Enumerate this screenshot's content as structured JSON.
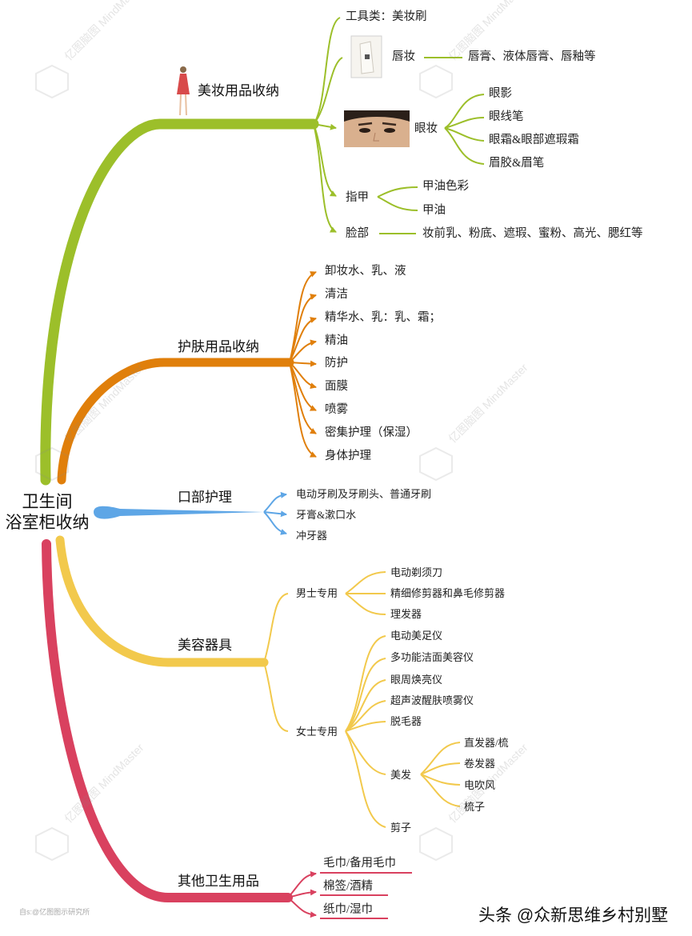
{
  "root": {
    "line1": "卫生间",
    "line2": "浴室柜收纳"
  },
  "branches": {
    "makeup": {
      "label": "美妆用品收纳",
      "tools": "工具类：美妆刷",
      "lips": {
        "label": "唇妆",
        "detail": "唇膏、液体唇膏、唇釉等"
      },
      "eyes": {
        "label": "眼妆",
        "items": [
          "眼影",
          "眼线笔",
          "眼霜&眼部遮瑕霜",
          "眉胶&眉笔"
        ]
      },
      "nails": {
        "label": "指甲",
        "items": [
          "甲油色彩",
          "甲油"
        ]
      },
      "face": {
        "label": "脸部",
        "detail": "妆前乳、粉底、遮瑕、蜜粉、高光、腮红等"
      }
    },
    "skincare": {
      "label": "护肤用品收纳",
      "items": [
        "卸妆水、乳、液",
        "清洁",
        "精华水、乳：乳、霜；",
        "精油",
        "防护",
        "面膜",
        "喷雾",
        "密集护理（保湿）",
        "身体护理"
      ]
    },
    "oral": {
      "label": "口部护理",
      "items": [
        "电动牙刷及牙刷头、普通牙刷",
        "牙膏&漱口水",
        "冲牙器"
      ]
    },
    "beauty": {
      "label": "美容器具",
      "men": {
        "label": "男士专用",
        "items": [
          "电动剃须刀",
          "精细修剪器和鼻毛修剪器",
          "理发器"
        ]
      },
      "women": {
        "label": "女士专用",
        "items": [
          "电动美足仪",
          "多功能洁面美容仪",
          "眼周焕亮仪",
          "超声波醒肤喷雾仪",
          "脱毛器"
        ],
        "hair": {
          "label": "美发",
          "items": [
            "直发器/梳",
            "卷发器",
            "电吹风",
            "梳子"
          ]
        },
        "scissors": "剪子"
      }
    },
    "other": {
      "label": "其他卫生用品",
      "items": [
        "毛巾/备用毛巾",
        "棉签/酒精",
        "纸巾/湿巾"
      ]
    }
  },
  "watermark": {
    "line1": "亿图脑图",
    "line2": "MindMaster"
  },
  "footer": {
    "credit": "头条 @众新思维乡村别墅",
    "small": "自s:@亿图图示研究所"
  },
  "colors": {
    "makeup": "#9cbf2a",
    "skincare": "#e07f0b",
    "oral": "#5ea6e6",
    "beauty": "#f2c94c",
    "other": "#d9415f"
  }
}
